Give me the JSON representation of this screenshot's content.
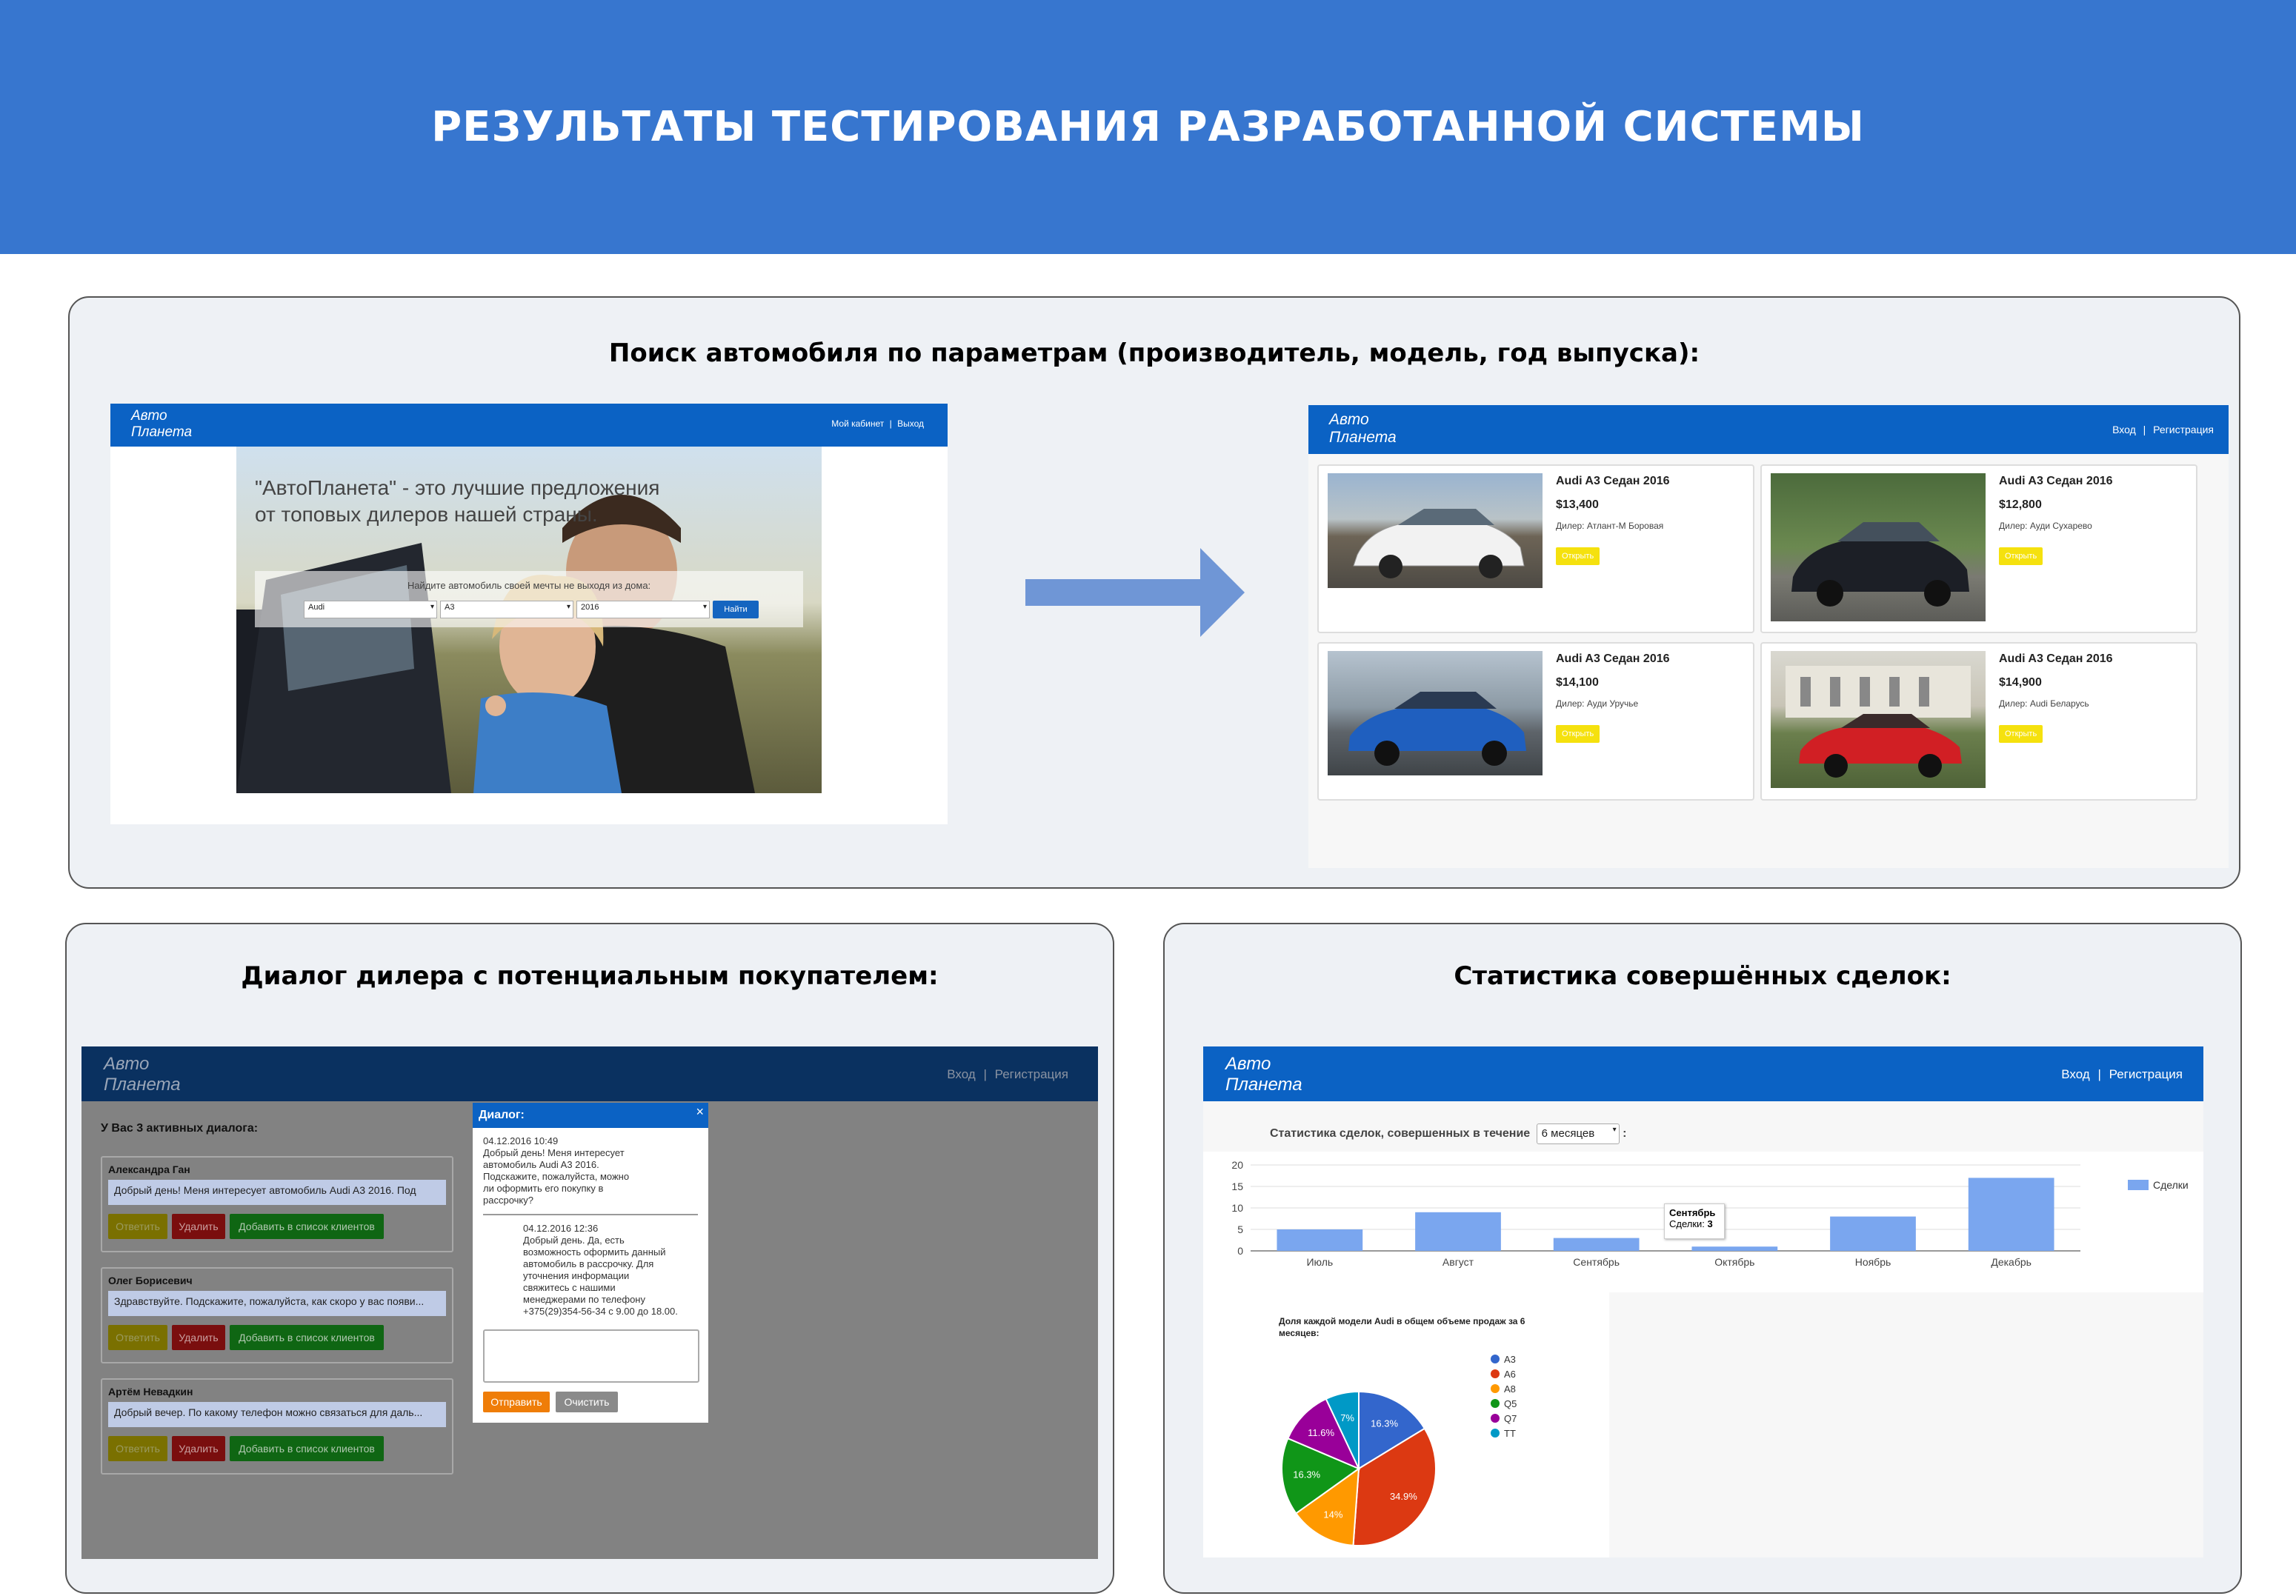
{
  "title": "РЕЗУЛЬТАТЫ ТЕСТИРОВАНИЯ РАЗРАБОТАННОЙ СИСТЕМЫ",
  "search": {
    "heading": "Поиск автомобиля по параметрам (производитель, модель, год выпуска):",
    "left": {
      "logo": "Авто\nПланета",
      "nav": {
        "cabinet": "Мой кабинет",
        "sep": "|",
        "logout": "Выход"
      },
      "hero_text": "\"АвтоПланета\" - это лучшие предложения от топовых дилеров нашей страны.",
      "prompt": "Найдите автомобиль своей мечты не выходя из дома:",
      "maker": "Audi",
      "model": "A3",
      "year": "2016",
      "find": "Найти"
    },
    "right": {
      "logo": "Авто\nПланета",
      "nav": {
        "login": "Вход",
        "sep": "|",
        "register": "Регистрация"
      },
      "cards": [
        {
          "title": "Audi A3 Седан 2016",
          "price": "$13,400",
          "dealer": "Дилер: Атлант-М Боровая",
          "open": "Открыть",
          "color": "#f2f2f2"
        },
        {
          "title": "Audi A3 Седан 2016",
          "price": "$12,800",
          "dealer": "Дилер: Ауди Сухарево",
          "open": "Открыть",
          "color": "#1c1f26"
        },
        {
          "title": "Audi A3 Седан 2016",
          "price": "$14,100",
          "dealer": "Дилер: Ауди Уручье",
          "open": "Открыть",
          "color": "#1f5fbf"
        },
        {
          "title": "Audi A3 Седан 2016",
          "price": "$14,900",
          "dealer": "Дилер: Audi Беларусь",
          "open": "Открыть",
          "color": "#d11f24"
        }
      ]
    }
  },
  "dialog": {
    "heading": "Диалог дилера с потенциальным покупателем:",
    "logo": "Авто\nПланета",
    "nav": {
      "login": "Вход",
      "sep": "|",
      "register": "Регистрация"
    },
    "active": "У Вас 3 активных диалога:",
    "buttons": {
      "reply": "Ответить",
      "delete": "Удалить",
      "add": "Добавить в список клиентов"
    },
    "dialogs": [
      {
        "name": "Александра Ган",
        "msg": "Добрый день! Меня интересует автомобиль Audi A3 2016. Под"
      },
      {
        "name": "Олег Борисевич",
        "msg": "Здравствуйте. Подскажите, пожалуйста, как скоро у вас появи..."
      },
      {
        "name": "Артём Невадкин",
        "msg": "Добрый вечер. По какому телефон можно связаться для даль..."
      }
    ],
    "modal": {
      "title": "Диалог:",
      "close": "×",
      "m1_time": "04.12.2016 10:49",
      "m1_lines": [
        "Добрый день! Меня интересует",
        "автомобиль Audi A3 2016.",
        "Подскажите, пожалуйста, можно",
        "ли оформить его покупку в",
        "рассрочку?"
      ],
      "m2_time": "04.12.2016 12:36",
      "m2_lines": [
        "Добрый день. Да, есть",
        "возможность оформить данный",
        "автомобиль в рассрочку. Для",
        "уточнения информации",
        "свяжитесь с нашими",
        "менеджерами по телефону",
        "+375(29)354-56-34 с 9.00 до 18.00."
      ],
      "send": "Отправить",
      "clear": "Очистить"
    }
  },
  "stats": {
    "heading": "Статистика совершённых сделок:",
    "logo": "Авто\nПланета",
    "nav": {
      "login": "Вход",
      "sep": "|",
      "register": "Регистрация"
    },
    "filter_label": "Статистика сделок, совершенных в течение",
    "filter_value": "6 месяцев",
    "filter_suffix": ":",
    "tooltip": {
      "month": "Сентябрь",
      "label": "Сделки:",
      "value": "3"
    },
    "pie_title": "Доля каждой модели Audi в общем объеме продаж за 6 месяцев:"
  },
  "chart_data": [
    {
      "type": "bar",
      "categories": [
        "Июль",
        "Август",
        "Сентябрь",
        "Октябрь",
        "Ноябрь",
        "Декабрь"
      ],
      "series": [
        {
          "name": "Сделки",
          "values": [
            5,
            9,
            3,
            1,
            8,
            17
          ],
          "color": "#7aa6ef"
        }
      ],
      "yticks": [
        0,
        5,
        10,
        15,
        20
      ],
      "ylim": [
        0,
        20
      ],
      "legend": "top-right",
      "grid": true
    },
    {
      "type": "pie",
      "title": "Доля каждой модели Audi в общем объеме продаж за 6 месяцев:",
      "labels": [
        "A3",
        "A6",
        "A8",
        "Q5",
        "Q7",
        "TT"
      ],
      "values": [
        16.3,
        34.9,
        14,
        16.3,
        11.6,
        7
      ],
      "value_labels": [
        "16.3%",
        "34.9%",
        "14%",
        "16.3%",
        "11.6%",
        "7%"
      ],
      "colors": [
        "#3366cc",
        "#dc3912",
        "#ff9900",
        "#109618",
        "#990099",
        "#0099c6"
      ],
      "legend": "right"
    }
  ]
}
